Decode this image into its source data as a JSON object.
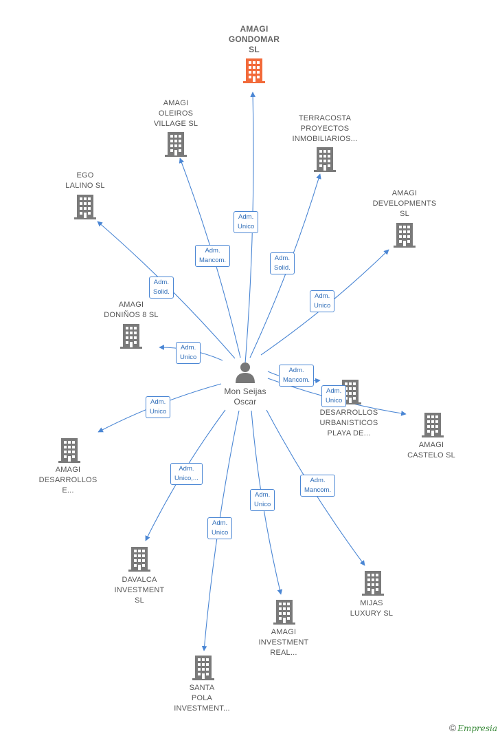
{
  "center": {
    "name": "Mon Seijas\nOscar",
    "icon": "person-icon"
  },
  "colors": {
    "edge": "#4a86d4",
    "building": "#7a7a7a",
    "highlight": "#f26a3a"
  },
  "companies": [
    {
      "id": "amagi-gondomar",
      "name": "AMAGI\nGONDOMAR\nSL",
      "highlight": true,
      "relation": "Adm.\nUnico"
    },
    {
      "id": "amagi-oleiros",
      "name": "AMAGI\nOLEIROS\nVILLAGE SL",
      "relation": "Adm.\nMancom."
    },
    {
      "id": "terracosta",
      "name": "TERRACOSTA\nPROYECTOS\nINMOBILIARIOS...",
      "relation": "Adm.\nSolid."
    },
    {
      "id": "ego-lalino",
      "name": "EGO\nLALINO SL",
      "relation": "Adm.\nSolid."
    },
    {
      "id": "amagi-developments",
      "name": "AMAGI\nDEVELOPMENTS\nSL",
      "relation": "Adm.\nUnico"
    },
    {
      "id": "amagi-doninos",
      "name": "AMAGI\nDONIÑOS 8 SL",
      "relation": "Adm.\nUnico"
    },
    {
      "id": "desarrollos-playa",
      "name": "DESARROLLOS\nURBANISTICOS\nPLAYA DE...",
      "relation": "Adm.\nMancom."
    },
    {
      "id": "amagi-castelo",
      "name": "AMAGI\nCASTELO SL",
      "relation": "Adm.\nUnico"
    },
    {
      "id": "amagi-desarrollos",
      "name": "AMAGI\nDESARROLLOS\nE...",
      "relation": "Adm.\nUnico"
    },
    {
      "id": "davalca",
      "name": "DAVALCA\nINVESTMENT\nSL",
      "relation": "Adm.\nUnico,..."
    },
    {
      "id": "santa-pola",
      "name": "SANTA\nPOLA\nINVESTMENT...",
      "relation": "Adm.\nUnico"
    },
    {
      "id": "amagi-investment",
      "name": "AMAGI\nINVESTMENT\nREAL...",
      "relation": "Adm.\nUnico"
    },
    {
      "id": "mijas-luxury",
      "name": "MIJAS\nLUXURY SL",
      "relation": "Adm.\nMancom."
    }
  ],
  "footer": {
    "copyright": "©",
    "brand": "Empresia"
  }
}
